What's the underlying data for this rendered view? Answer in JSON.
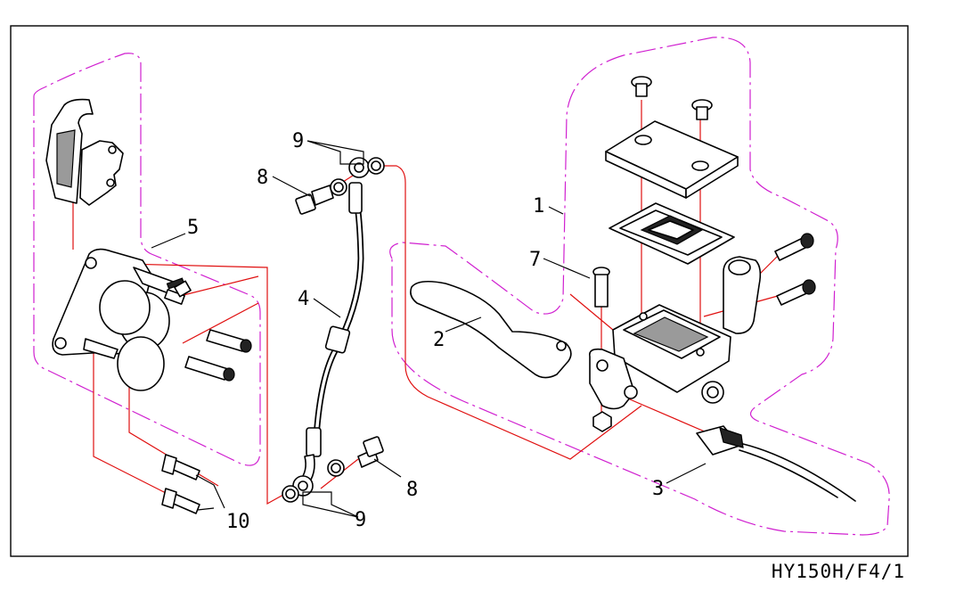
{
  "diagram": {
    "caption": "HY150H/F4/1",
    "callouts": {
      "c1": "1",
      "c2": "2",
      "c3": "3",
      "c4": "4",
      "c5": "5",
      "c7": "7",
      "c8a": "8",
      "c8b": "8",
      "c9a": "9",
      "c9b": "9",
      "c10": "10"
    }
  }
}
